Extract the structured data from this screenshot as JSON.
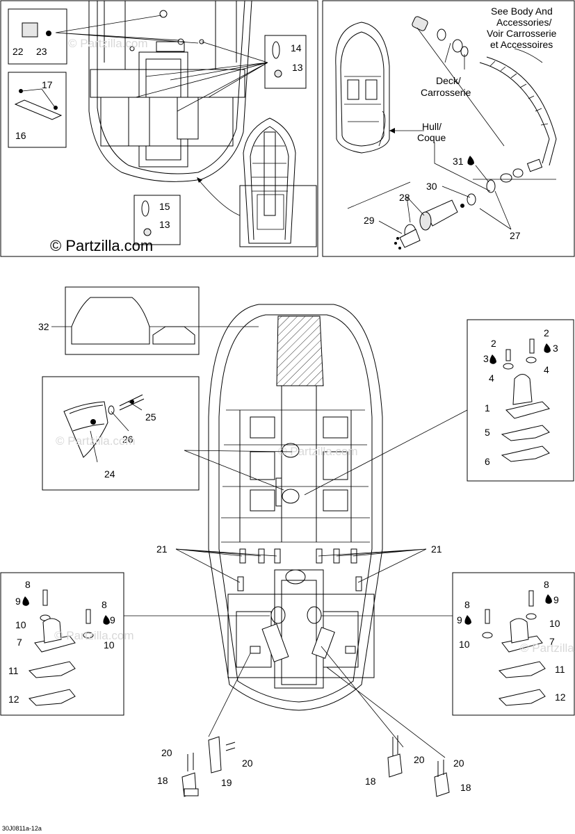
{
  "diagram": {
    "brand": "© Partzilla.com",
    "watermark": "© Partzilla.com",
    "ref_code": "30J0811a-12a",
    "notes": {
      "body_accessories": [
        "See Body And",
        "Accessories/",
        "Voir Carrosserie",
        "et Accessoires"
      ],
      "deck": [
        "Deck/",
        "Carrosserie"
      ],
      "hull": [
        "Hull/",
        "Coque"
      ]
    },
    "callouts": {
      "c1": "1",
      "c2a": "2",
      "c2b": "2",
      "c3a": "3",
      "c3b": "3",
      "c4a": "4",
      "c4b": "4",
      "c5": "5",
      "c6": "6",
      "c7a": "7",
      "c7b": "7",
      "c8a": "8",
      "c8b": "8",
      "c8c": "8",
      "c8d": "8",
      "c9a": "9",
      "c9b": "9",
      "c9c": "9",
      "c9d": "9",
      "c10a": "10",
      "c10b": "10",
      "c10c": "10",
      "c10d": "10",
      "c11a": "11",
      "c11b": "11",
      "c12a": "12",
      "c12b": "12",
      "c13a": "13",
      "c13b": "13",
      "c14": "14",
      "c15": "15",
      "c16": "16",
      "c17": "17",
      "c18a": "18",
      "c18b": "18",
      "c18c": "18",
      "c19": "19",
      "c20a": "20",
      "c20b": "20",
      "c20c": "20",
      "c20d": "20",
      "c21a": "21",
      "c21b": "21",
      "c22": "22",
      "c23": "23",
      "c24": "24",
      "c25": "25",
      "c26": "26",
      "c27": "27",
      "c28": "28",
      "c29": "29",
      "c30": "30",
      "c31": "31",
      "c32": "32"
    }
  }
}
